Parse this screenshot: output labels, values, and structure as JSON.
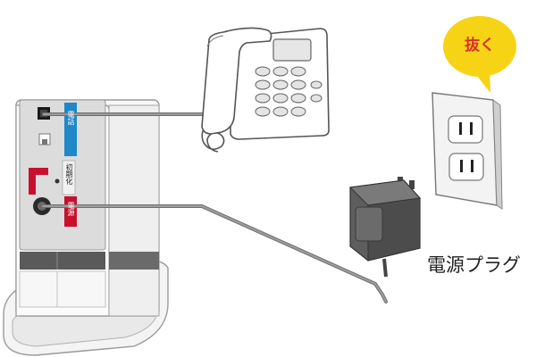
{
  "callout": {
    "text": "抜く",
    "color": "#f7d316"
  },
  "plug_label": "電源プラグ",
  "router_labels": {
    "phone_port": "電話",
    "init_button": "初期化",
    "power_port": "電源"
  },
  "colors": {
    "phone_port_tag": "#1e88c8",
    "init_tag": "#c8102e",
    "power_tag": "#c8102e",
    "cable": "#8c8c8c",
    "outline": "#555555"
  }
}
